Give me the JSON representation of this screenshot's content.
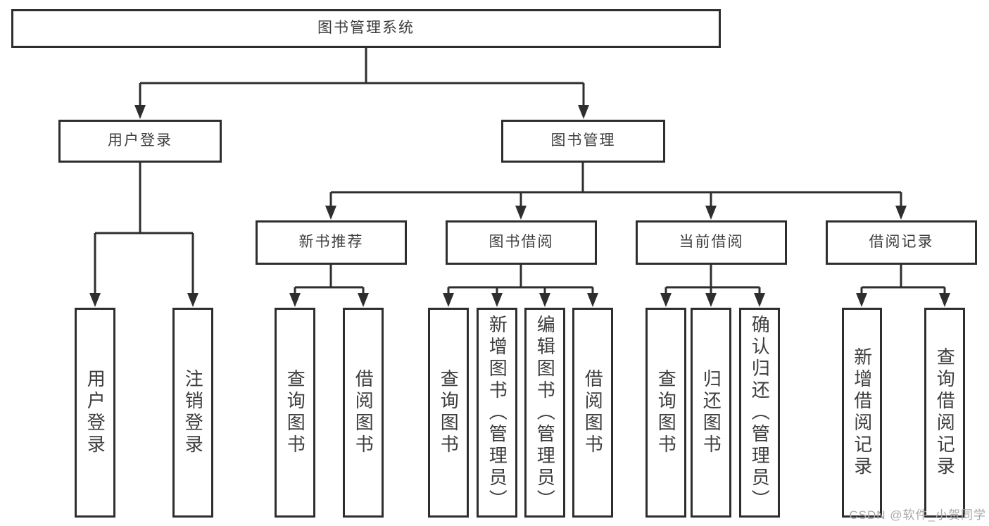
{
  "root": {
    "label": "图书管理系统"
  },
  "branches": {
    "user_login": {
      "label": "用户登录",
      "children": [
        {
          "label": "用户登录"
        },
        {
          "label": "注销登录"
        }
      ]
    },
    "book_mgmt": {
      "label": "图书管理",
      "children": [
        {
          "label": "新书推荐",
          "children": [
            {
              "label": "查询图书"
            },
            {
              "label": "借阅图书"
            }
          ]
        },
        {
          "label": "图书借阅",
          "children": [
            {
              "label": "查询图书"
            },
            {
              "label": "新增图书（管理员）"
            },
            {
              "label": "编辑图书（管理员）"
            },
            {
              "label": "借阅图书"
            }
          ]
        },
        {
          "label": "当前借阅",
          "children": [
            {
              "label": "查询图书"
            },
            {
              "label": "归还图书"
            },
            {
              "label": "确认归还（管理员）"
            }
          ]
        },
        {
          "label": "借阅记录",
          "children": [
            {
              "label": "新增借阅记录"
            },
            {
              "label": "查询借阅记录"
            }
          ]
        }
      ]
    }
  },
  "watermark": {
    "text": "CSDN @软件_小贺同学"
  },
  "colors": {
    "line": "#2e2e2e",
    "box_border": "#2e2e2e",
    "text": "#3d3d3d",
    "watermark": "#a8a8a8",
    "background": "#ffffff"
  }
}
